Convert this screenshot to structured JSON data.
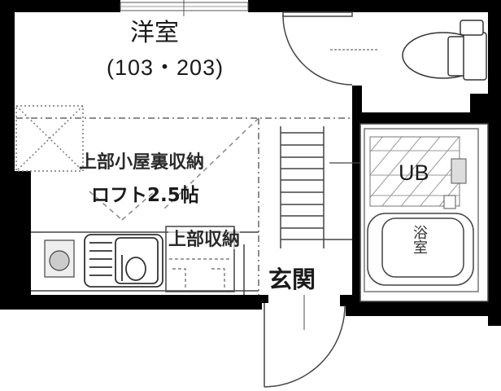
{
  "floor_plan": {
    "rooms": {
      "western_room": {
        "name": "洋室",
        "units": "(103・203)"
      },
      "loft": {
        "line1": "上部小屋裏収納",
        "line2": "ロフト2.5帖"
      },
      "upper_storage": {
        "label": "上部収納"
      },
      "entrance": {
        "label": "玄関"
      },
      "unit_bath": {
        "label": "UB",
        "bathtub_label": "浴室"
      },
      "toilet": {
        "fixture": "toilet-icon"
      },
      "kitchen": {
        "fixtures": [
          "washing-machine-icon",
          "sink-icon",
          "stove-icon"
        ]
      }
    },
    "colors": {
      "wall": "#000000",
      "line": "#333333",
      "hatch": "#555555",
      "background": "#ffffff"
    }
  }
}
